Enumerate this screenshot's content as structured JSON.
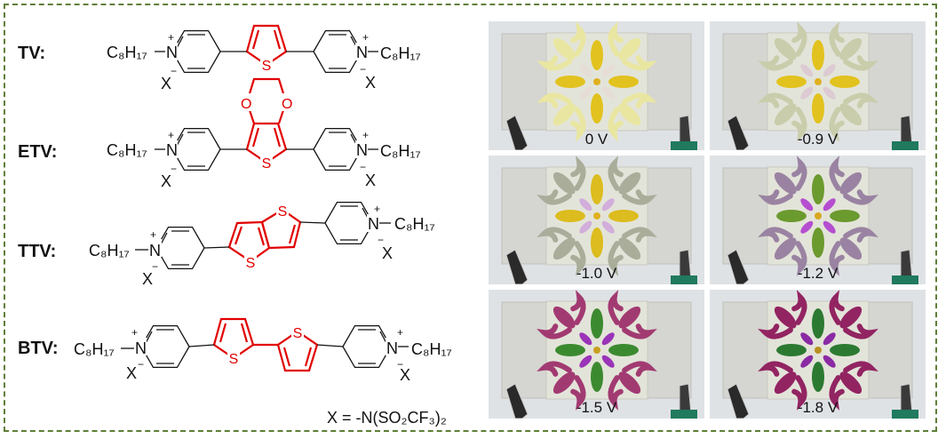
{
  "molecules": [
    {
      "name": "TV:",
      "substituent": "C₈H₁₇",
      "nitrogen": "N",
      "charge_pos": "+",
      "charge_neg": "−",
      "counterion": "X",
      "sulfur": [
        "S"
      ]
    },
    {
      "name": "ETV:",
      "substituent": "C₈H₁₇",
      "nitrogen": "N",
      "charge_pos": "+",
      "charge_neg": "−",
      "counterion": "X",
      "sulfur": [
        "S"
      ],
      "oxygen": [
        "O",
        "O"
      ]
    },
    {
      "name": "TTV:",
      "substituent": "C₈H₁₇",
      "nitrogen": "N",
      "charge_pos": "+",
      "charge_neg": "−",
      "counterion": "X",
      "sulfur": [
        "S",
        "S"
      ]
    },
    {
      "name": "BTV:",
      "substituent": "C₈H₁₇",
      "nitrogen": "N",
      "charge_pos": "+",
      "charge_neg": "−",
      "counterion": "X",
      "sulfur": [
        "S",
        "S"
      ]
    }
  ],
  "footnote": "X = -N(SO₂CF₃)₂",
  "colors": {
    "frame": "#5f7f38",
    "highlight": "#e10000",
    "bond": "#111111"
  },
  "photos": [
    {
      "label": "0 V",
      "colors": {
        "petal": "#e2c21e",
        "diag": "#e6ddd6",
        "corner": "#e9e6a2",
        "dot": "#e0b020"
      }
    },
    {
      "label": "-0.9 V",
      "colors": {
        "petal": "#e2c21e",
        "diag": "#dccbd2",
        "corner": "#c9cdab",
        "dot": "#e0b020"
      }
    },
    {
      "label": "-1.0 V",
      "colors": {
        "petal": "#dcbc1e",
        "diag": "#d2aedb",
        "corner": "#a9ad9a",
        "dot": "#e0b020"
      }
    },
    {
      "label": "-1.2 V",
      "colors": {
        "petal": "#6b9a2e",
        "diag": "#b54ed0",
        "corner": "#9a83a2",
        "dot": "#d8a820"
      }
    },
    {
      "label": "-1.5 V",
      "colors": {
        "petal": "#3c8a30",
        "diag": "#9a34b8",
        "corner": "#a23a72",
        "dot": "#c8a020"
      }
    },
    {
      "label": "-1.8 V",
      "colors": {
        "petal": "#2c7a32",
        "diag": "#8a2aa4",
        "corner": "#922462",
        "dot": "#b89020"
      }
    }
  ]
}
